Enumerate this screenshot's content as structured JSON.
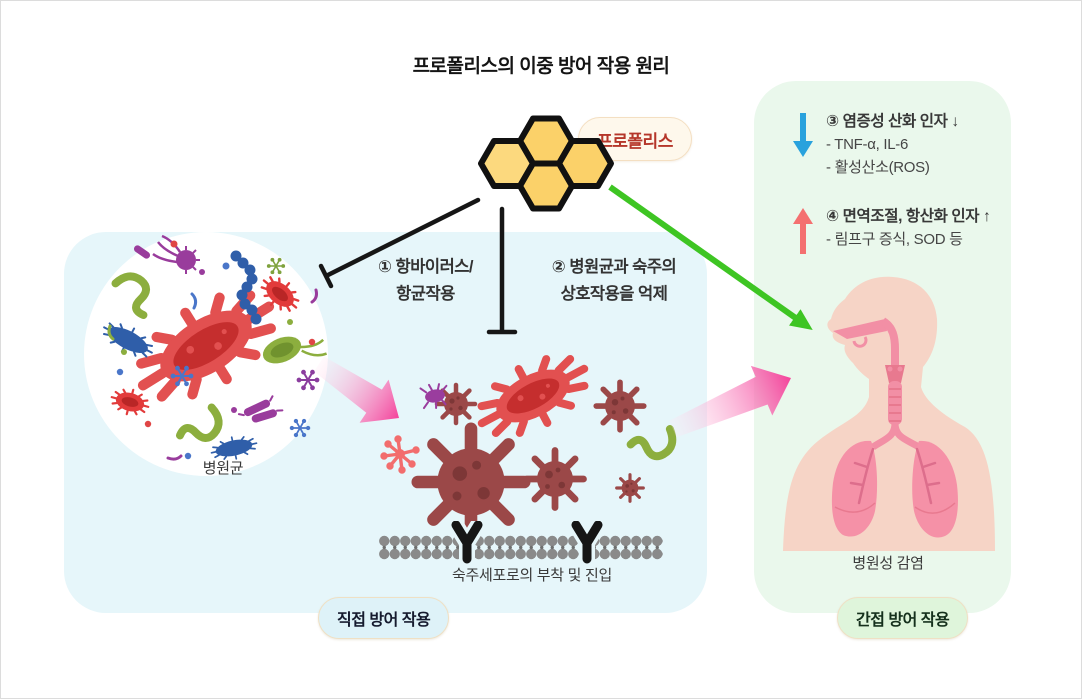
{
  "title": "프로폴리스의 이중 방어 작용 원리",
  "propolis": {
    "label": "프로폴리스"
  },
  "direct_defense": {
    "badge": "직접 방어 작용",
    "pathogens_label": "병원균",
    "membrane_label": "숙주세포로의 부착 및 진입",
    "action1": {
      "line1": "① 항바이러스/",
      "line2": "항균작용"
    },
    "action2": {
      "line1": "② 병원균과 숙주의",
      "line2": "상호작용을 억제"
    }
  },
  "indirect_defense": {
    "badge": "간접 방어 작용",
    "infection_label": "병원성 감염",
    "decrease_item": {
      "title": "③ 염증성 산화 인자 ↓",
      "line1": "- TNF-α, IL-6",
      "line2": "- 활성산소(ROS)"
    },
    "increase_item": {
      "title": "④ 면역조절, 항산화 인자 ↑",
      "line1": "- 림프구 증식, SOD 등"
    }
  },
  "icons": {
    "honeycomb": "honeycomb-icon",
    "pathogen_circle": "pathogen-circle-illustration",
    "virus_cluster": "virus-cluster-illustration",
    "cell_membrane": "cell-membrane-icon",
    "human_respiratory": "human-respiratory-illustration",
    "decrease_arrow": "blue-down-arrow-icon",
    "increase_arrow": "red-up-arrow-icon",
    "green_arrow": "green-arrow-icon",
    "pink_arrow": "pink-arrow-icon",
    "inhibition_bar": "inhibition-t-bar-icon"
  },
  "colors": {
    "direct_panel_bg": "#E6F6FA",
    "indirect_panel_bg": "#EAF8EC",
    "honeycomb_fill": "#FBD169",
    "propolis_text": "#B5362A",
    "green_arrow": "#3EC523",
    "pink_arrow": "#F4449B",
    "decrease_arrow": "#29A2DD",
    "increase_arrow": "#F47070",
    "direct_badge_bg": "#DEF2F8",
    "indirect_badge_bg": "#DFF5DB",
    "text": "#3C3C3C"
  }
}
